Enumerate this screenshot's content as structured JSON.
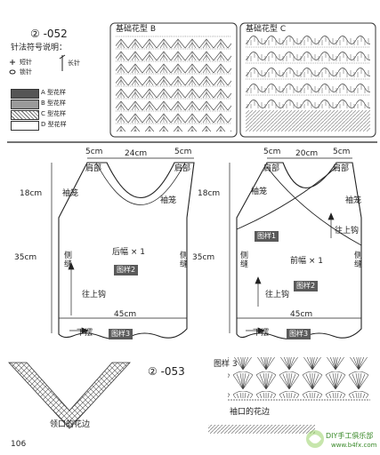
{
  "header": {
    "pattern_052": "② -052",
    "pattern_053": "② -053"
  },
  "legend": {
    "title": "针法符号说明：",
    "symbols": [
      {
        "label": "短针"
      },
      {
        "label": "锁针"
      },
      {
        "label": "长针"
      }
    ],
    "swatches": [
      {
        "label": "A 型花样",
        "color": "#555555"
      },
      {
        "label": "B 型花样",
        "color": "#9a9a9a"
      },
      {
        "label": "C 型花样",
        "color": "#cfcfcf"
      },
      {
        "label": "D 型花样",
        "color": "#ffffff"
      }
    ]
  },
  "pattern_b": {
    "title": "基础花型 B"
  },
  "pattern_c": {
    "title": "基础花型 C"
  },
  "back_piece": {
    "shoulder_left": "5cm",
    "neck_width": "24cm",
    "shoulder_right": "5cm",
    "shoulder_label_left": "肩部",
    "shoulder_label_right": "肩部",
    "armhole_height": "18cm",
    "armhole_label": "袖笼",
    "armhole_label_right": "袖笼",
    "name": "后幅 × 1",
    "body_height": "35cm",
    "side_seam_left": "侧缝",
    "side_seam_right": "侧缝",
    "pattern_tag": "图样2",
    "hook_up": "往上钩",
    "width": "45cm",
    "hem": "下摆",
    "hem_tag": "图样3"
  },
  "front_piece": {
    "shoulder_left": "5cm",
    "neck_width": "20cm",
    "shoulder_right": "5cm",
    "shoulder_label_left": "肩部",
    "shoulder_label_right": "肩部",
    "armhole_height": "18cm",
    "armhole_label": "袖笼",
    "armhole_label_right": "袖笼",
    "pattern_tag_1": "图样1",
    "hook_up_top": "往上钩",
    "name": "前幅 × 1",
    "body_height": "35cm",
    "side_seam_left": "侧缝",
    "side_seam_right": "侧缝",
    "pattern_tag_2": "图样2",
    "hook_up": "往上钩",
    "width": "45cm",
    "hem": "下摆",
    "hem_tag": "图样3"
  },
  "bottom": {
    "neck_edge_caption": "领口的花边",
    "pattern3_title": "图样 3",
    "sleeve_edge_caption": "袖口的花边",
    "page_number": "106",
    "watermark_brand": "DIY手工俱乐部",
    "watermark_url": "www.b4fx.com"
  }
}
